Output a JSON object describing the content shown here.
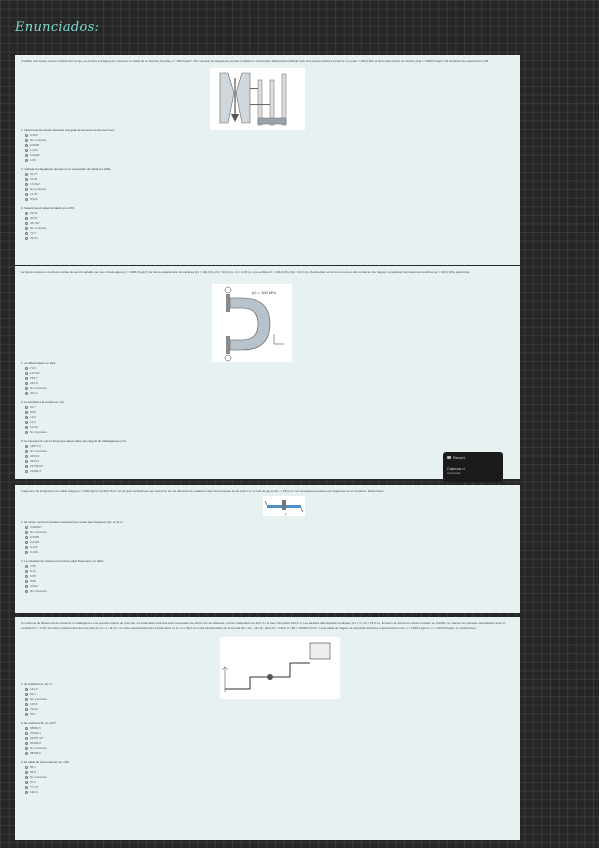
{
  "heading": "Enunciados:",
  "card1": {
    "intro": "S'utilitza una tovera venturi vertical com la que es mostra a la figura per mesurar un cabal de un fluid de densitat ρ = 700,0 kg/m³. Per mesurar la caiguda de pressió s'utilitza un manòmetre diferencial modificat amb una pressa oberta a l'exterior on ρman = 100,0 kPa el fluid manomètric és mercuri ρHg = 13600,0 kg/m³. El coeficient de velocitat és 0,96.",
    "questions": [
      {
        "text": "1. Determina la pressió absoluta a la gola de la tovera venturi (en bar).",
        "options": [
          "0,399",
          "No contesta",
          "0,0039",
          "1,240",
          "1,020e*",
          "1,69"
        ]
      },
      {
        "text": "2. Calcula la caiguda de pressió en el mesurador de cabal (en kPa).",
        "options": [
          "51,37",
          "22,01",
          "17,01e*",
          "No contesta",
          "11,76",
          "0,920"
        ]
      },
      {
        "text": "3. Determina el cabal circulant (en m³/h).",
        "options": [
          "23,51",
          "40,97",
          "33,74e*",
          "No contesta",
          "71,6",
          "43,44"
        ]
      }
    ]
  },
  "card2": {
    "intro": "La figura mostra un conducte corbat de secció variable per que circula aigua (ρ = 1000,0 kg/m³) de forma estacionària. El cabal és Q1 = 100,0 l/s, D1 = 20,0 cm, z1 = 2,30 m i a la sortida p2 = 100,0 kPa, D2 = 10,0 cm. Despreciant el corrent en el pes del conducte i de l'aigua i considerant la pressió atmosfèrica pa = 100,0 kPa, determina:",
    "label": "p2 = 100 kPa",
    "questions": [
      {
        "text": "1. el cabal màssic en kg/s:",
        "options": [
          "71,6",
          "113,3e*",
          "155,7",
          "243,9",
          "No Contesta",
          "221,4"
        ]
      },
      {
        "text": "2. la velocitat a la sortida en m/s:",
        "options": [
          "22,7",
          "8,60",
          "13,6",
          "12,5",
          "12,6e*",
          "No Contesta"
        ]
      },
      {
        "text": "3. la component x de la força que actua sobre els cargols de l'abraçadora en N:",
        "options": [
          "18577,6",
          "No Contesta",
          "4154,0",
          "9163,3",
          "15749,0e*",
          "15403,4"
        ]
      }
    ]
  },
  "card3": {
    "intro": "L'aspersor de la figura ha un cabal d'aigua ρ = 1000 kg/m³ de 50,0 l/min i es fa girar verticalment per sota d'un eix. El diàmetre de cadascun dels dos broquets és de 2,00 cm i el radi de gir és de r = 25,0 cm. No considereu pèrdues per fregament en el conducte. Determineu:",
    "label": "r",
    "questions": [
      {
        "text": "1. El mínim moment resistent necessari per evitar que l'aspersor giri, en N·m",
        "options": [
          "0,0846e*",
          "No Contesta",
          "0,0655",
          "0,0425",
          "0,130",
          "0,148"
        ]
      },
      {
        "text": "2. La velocitat de rotació si el deixem girar lliurement, en rad/s",
        "options": [
          "2,55",
          "8,12",
          "6,65",
          "8,88",
          "4,99e*",
          "No Contesta"
        ]
      }
    ]
  },
  "card4": {
    "intro": "Un sistema de filtració ha de mantenir un diafragma a una pressió relativa de 4,00 bar. La instal·lació està feta amb canonades de 100,0 mm de diàmetre, el tram d'aspiració és 40,0 m i el tram d'impulsió 100,0 m. Les alçades dels dipòsits s'indiquen (z1 = 0 i z2 = 15,0 m). El factor de fricció es manté constant en 0,0200 i es valoren les pèrdues secundàries amb un coeficient K = 1,50 i la corba característica de la bomba és H = A + B·Q². La corba característica de la instal·lació és H = A + BQ²; la corba característica de la bomba Hb = A1 − B1·Q², amb A1 = 130,0 m i B1 = 10000,0 h²/m⁵. La densitat de l'aigua i la viscositat dinàmica respectivament són ρ = 1000,0 kg/m³ i μ = 0,00110 kg/(m·s). Determineu:",
    "questions": [
      {
        "text": "1. El coeficient A, en m.",
        "options": [
          "161,5",
          "53,1",
          "No Contesta",
          "125,5",
          "75,0e*",
          "59,1"
        ]
      },
      {
        "text": "2. El coeficient B, en s²/m⁵.",
        "options": [
          "58082,5",
          "70603,1",
          "64357,4e*",
          "56183,8",
          "No Contesta",
          "58206,6"
        ]
      },
      {
        "text": "3. El cabal de funcionament en m³/h.",
        "options": [
          "85,1",
          "56,9",
          "No Contesta",
          "57,6",
          "77,7e*",
          "136,6"
        ]
      }
    ]
  },
  "toast": {
    "title": "Recort",
    "line1": "Captura d",
    "line2": "Guardada"
  }
}
